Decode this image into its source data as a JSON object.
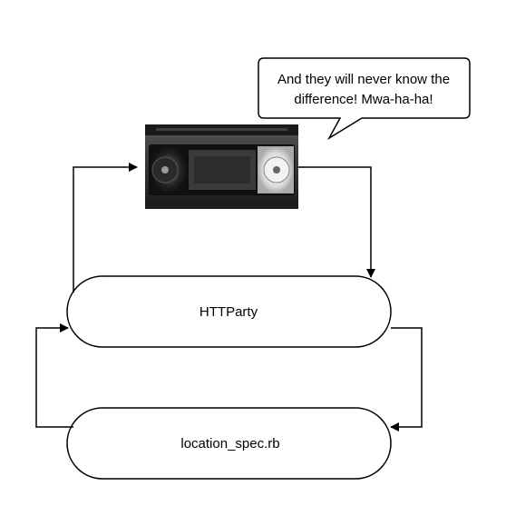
{
  "nodes": {
    "httparty": {
      "label": "HTTParty"
    },
    "location_spec": {
      "label": "location_spec.rb"
    }
  },
  "speech_bubble": {
    "line1": "And they will never know the",
    "line2": "difference! Mwa-ha-ha!"
  },
  "image": {
    "icon": "vhs-cassette-icon"
  },
  "colors": {
    "stroke": "#000000",
    "fill": "#ffffff",
    "cassette_body": "#2b2b2b"
  }
}
